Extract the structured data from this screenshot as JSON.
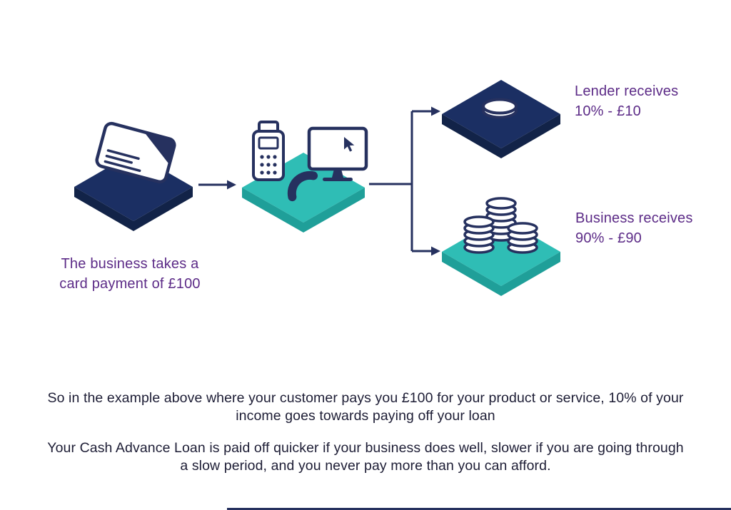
{
  "diagram": {
    "left_caption": "The business takes a\ncard payment of £100",
    "lender_caption": "Lender receives\n10% - £10",
    "business_caption": "Business receives\n90% - £90"
  },
  "paragraphs": {
    "p1": "So in the example above where your customer pays you £100 for your product or service, 10% of your\nincome  goes towards paying off your loan",
    "p2": "Your Cash Advance Loan is paid off quicker if your business does well, slower if you are going through\na slow period, and you never pay more than you can afford."
  },
  "icons": {
    "credit_card": "credit-card-icon",
    "card_terminal": "card-terminal-icon",
    "phone_handset": "phone-handset-icon",
    "monitor": "monitor-icon",
    "cursor": "cursor-icon",
    "coin": "coin-icon",
    "coin_stacks": "coin-stacks-icon",
    "arrows": "arrow-connector"
  },
  "colors": {
    "navy": "#1b2f63",
    "navy_side": "#122348",
    "teal": "#2fbdb5",
    "teal_side": "#1f9f99",
    "icon_navy": "#26315f",
    "purple": "#5c2b87",
    "body_text": "#1d1d35",
    "background": "#ffffff"
  }
}
